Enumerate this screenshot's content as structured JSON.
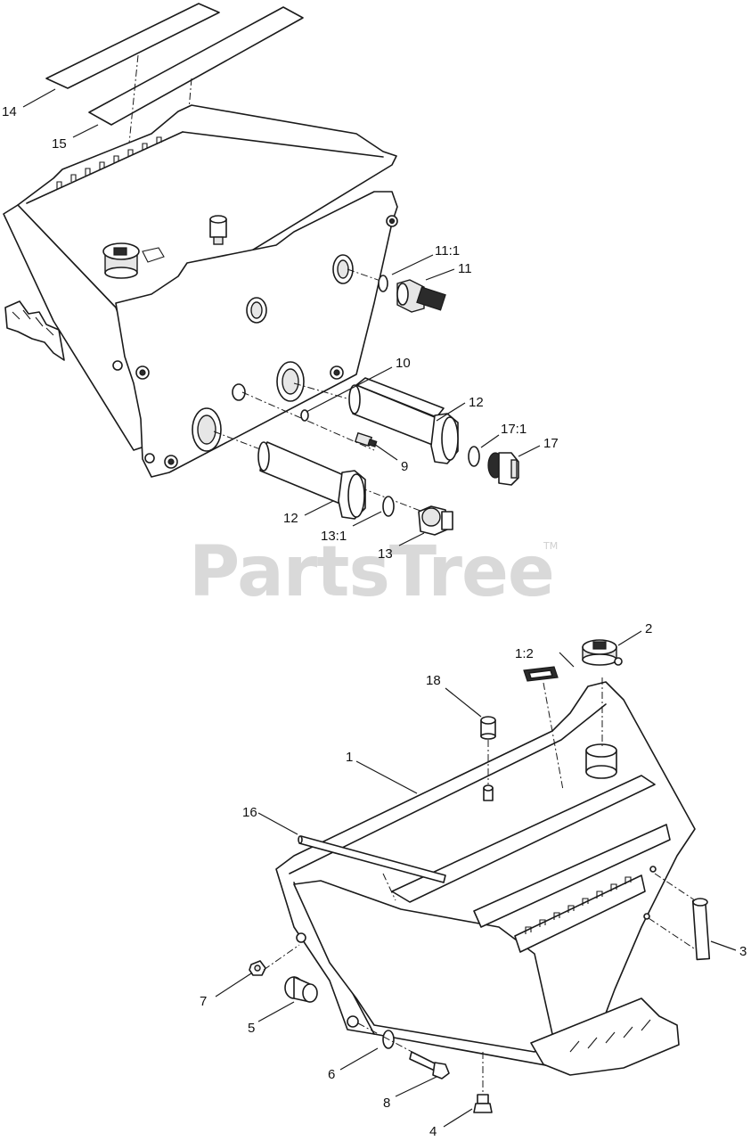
{
  "watermark": {
    "text": "PartsTree",
    "trademark": "TM"
  },
  "callouts": {
    "c14": "14",
    "c15": "15",
    "c11_1": "11:1",
    "c11": "11",
    "c10": "10",
    "c12a": "12",
    "c17_1": "17:1",
    "c17": "17",
    "c9": "9",
    "c12b": "12",
    "c13_1": "13:1",
    "c13": "13",
    "c2": "2",
    "c1_2": "1:2",
    "c18": "18",
    "c1": "1",
    "c16": "16",
    "c3": "3",
    "c7": "7",
    "c5": "5",
    "c6": "6",
    "c8": "8",
    "c4": "4"
  }
}
